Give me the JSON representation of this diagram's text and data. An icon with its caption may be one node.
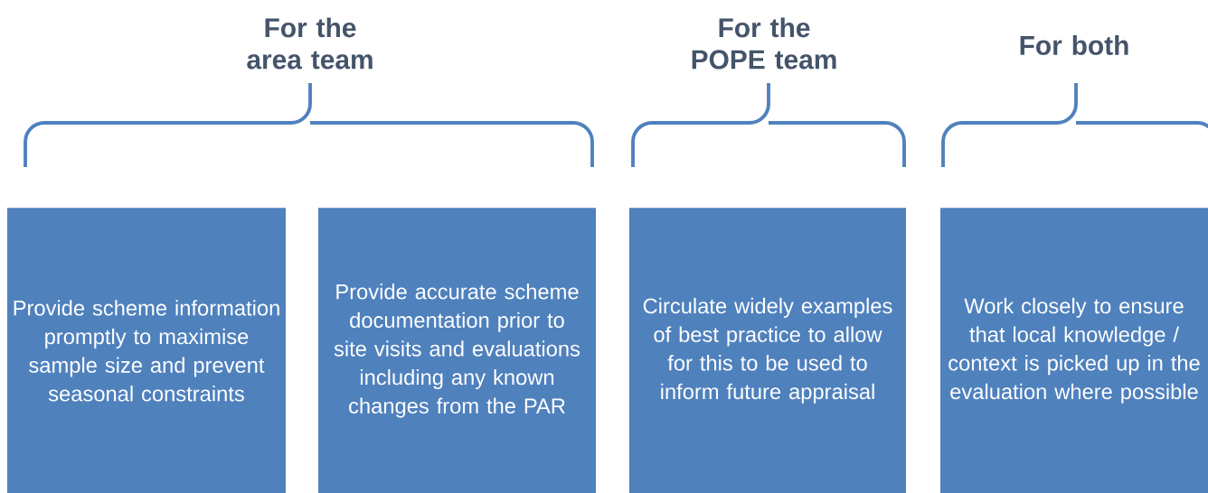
{
  "diagram": {
    "nodes": [
      {
        "text": [
          "Provide scheme information promptly to maximise sample size and prevent seasonal constraints"
        ]
      },
      {
        "text": [
          "Provide accurate scheme documentation prior to site visits and evaluations including any known changes from the PAR"
        ]
      },
      {
        "text": [
          "Circulate widely examples of best practice to allow for this to be used to inform future appraisal"
        ]
      },
      {
        "text": [
          "Work closely to ensure that local knowledge / context is picked up in the evaluation where possible"
        ]
      }
    ],
    "labels": [
      "For the area team",
      "For the POPE team",
      "For both"
    ]
  }
}
